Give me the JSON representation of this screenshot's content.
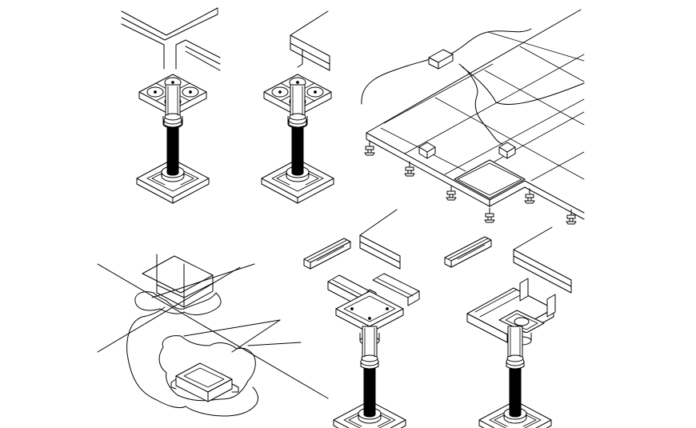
{
  "colors": {
    "background": "#ffffff",
    "line": "#000000"
  },
  "figures": [
    {
      "id": "pedestal-with-stringer-channel",
      "icon": "pedestal-icon"
    },
    {
      "id": "pedestal-with-panel-corner",
      "icon": "pedestal-icon"
    },
    {
      "id": "raised-floor-panel-grid",
      "icon": "floor-grid-icon"
    },
    {
      "id": "embedded-junction-box-in-slab",
      "icon": "junction-box-icon"
    },
    {
      "id": "pedestal-with-snap-stringers",
      "icon": "pedestal-icon"
    },
    {
      "id": "pedestal-with-stringer-bracket",
      "icon": "pedestal-icon"
    }
  ]
}
